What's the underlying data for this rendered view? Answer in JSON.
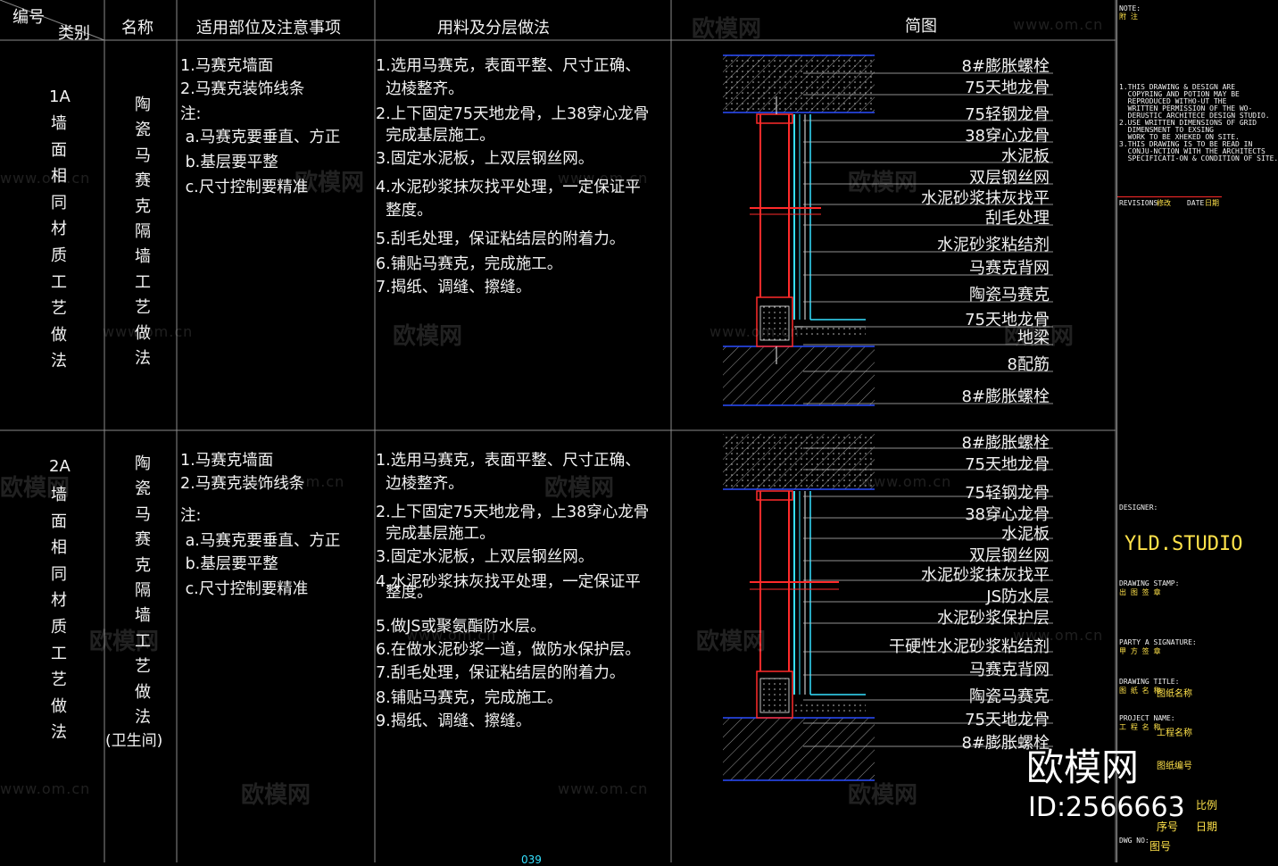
{
  "header": {
    "code_label": "编号",
    "category_label": "类别",
    "name_label": "名称",
    "scope_label": "适用部位及注意事项",
    "method_label": "用料及分层做法",
    "diagram_label": "简图"
  },
  "row1": {
    "code": "1A",
    "category_chars": [
      "墙",
      "面",
      "相",
      "同",
      "材",
      "质",
      "工",
      "艺",
      "做",
      "法"
    ],
    "name_chars": [
      "陶",
      "瓷",
      "马",
      "赛",
      "克",
      "隔",
      "墙",
      "工",
      "艺",
      "做",
      "法"
    ],
    "scope": [
      "1.马赛克墙面",
      "2.马赛克装饰线条",
      "注:",
      " a.马赛克要垂直、方正",
      " b.基层要平整",
      " c.尺寸控制要精准"
    ],
    "steps": [
      "1.选用马赛克，表面平整、尺寸正确、",
      "  边棱整齐。",
      "2.上下固定75天地龙骨，上38穿心龙骨",
      "  完成基层施工。",
      "3.固定水泥板，上双层钢丝网。",
      "4.水泥砂浆抹灰找平处理，一定保证平",
      "  整度。",
      "5.刮毛处理，保证粘结层的附着力。",
      "6.铺贴马赛克，完成施工。",
      "7.揭纸、调缝、擦缝。"
    ],
    "labels": [
      "8#膨胀螺栓",
      "75天地龙骨",
      "75轻钢龙骨",
      "38穿心龙骨",
      "水泥板",
      "双层钢丝网",
      "水泥砂浆抹灰找平",
      "刮毛处理",
      "水泥砂浆粘结剂",
      "马赛克背网",
      "陶瓷马赛克",
      "75天地龙骨",
      "地梁",
      "8配筋",
      "8#膨胀螺栓"
    ]
  },
  "row2": {
    "code": "2A",
    "category_chars": [
      "墙",
      "面",
      "相",
      "同",
      "材",
      "质",
      "工",
      "艺",
      "做",
      "法"
    ],
    "name_chars": [
      "陶",
      "瓷",
      "马",
      "赛",
      "克",
      "隔",
      "墙",
      "工",
      "艺",
      "做",
      "法"
    ],
    "name_suffix": "(卫生间)",
    "scope": [
      "1.马赛克墙面",
      "2.马赛克装饰线条",
      "注:",
      " a.马赛克要垂直、方正",
      " b.基层要平整",
      " c.尺寸控制要精准"
    ],
    "steps": [
      "1.选用马赛克，表面平整、尺寸正确、",
      "  边棱整齐。",
      "2.上下固定75天地龙骨，上38穿心龙骨",
      "  完成基层施工。",
      "3.固定水泥板，上双层钢丝网。",
      "4.水泥砂浆抹灰找平处理，一定保证平",
      "  整度。",
      "5.做JS或聚氨酯防水层。",
      "6.在做水泥砂浆一道，做防水保护层。",
      "7.刮毛处理，保证粘结层的附着力。",
      "8.铺贴马赛克，完成施工。",
      "9.揭纸、调缝、擦缝。"
    ],
    "labels": [
      "8#膨胀螺栓",
      "75天地龙骨",
      "75轻钢龙骨",
      "38穿心龙骨",
      "水泥板",
      "双层钢丝网",
      "水泥砂浆抹灰找平",
      "JS防水层",
      "水泥砂浆保护层",
      "干硬性水泥砂浆粘结剂",
      "马赛克背网",
      "陶瓷马赛克",
      "75天地龙骨",
      "8#膨胀螺栓"
    ]
  },
  "title_block": {
    "notes_head": "NOTE:",
    "notes_cn": "附 注",
    "notes_en": [
      "1.THIS DRAWING & DESIGN ARE",
      "  COPYRING AND POTION MAY BE",
      "  REPRODUCED WITHO-UT THE",
      "  WRITTEN PERMISSION OF THE WO-",
      "  DERUSTIC ARCHITECE DESIGN STUDIO.",
      "2.USE WRITTEN DIMENSIONS OF GRID",
      "  DIMENSMENT TO EXSING",
      "  WORK TO BE XHEKED ON SITE.",
      "3.THIS DRAWING IS TO BE READ IN",
      "  CONJU-NCTION WITH THE ARCHITECTS",
      "  SPECIFICATI-ON & CONDITION OF SITE."
    ],
    "revisions": "REVISIONS",
    "rev_cn": "修改",
    "date": "DATE",
    "date_cn": "日期",
    "designer": "DESIGNER:",
    "studio": "YLD.STUDIO",
    "stamp_label": "DRAWING STAMP:",
    "stamp_cn": "出 图 签 章",
    "sign_label": "PARTY A SIGNATURE:",
    "sign_cn": "甲 方 签 章",
    "drawing_title_label": "DRAWING TITLE:",
    "drawing_title_cn": "图 纸 名 称",
    "drawing_title": "图纸名称",
    "project_label": "PROJECT NAME:",
    "project_cn": "工 程 名 称",
    "project": "工程名称",
    "number": "图纸编号",
    "scale": "比例",
    "seq": "序号",
    "date2": "日期",
    "dwg_no_label": "DWG NO:",
    "dwg_no": "图号"
  },
  "page_number": "039",
  "watermark": {
    "brand": "欧模网",
    "url": "www.om.cn",
    "big_brand": "欧模网",
    "id_text": "ID:2566663"
  },
  "colors": {
    "background": "#000000",
    "text": "#f2f2f2",
    "grid": "#8a8a8a",
    "cad_red": "#ff2a2a",
    "cad_cyan": "#35e0ff",
    "cad_blue": "#2a4dff",
    "cad_yellow": "#ffe24a"
  }
}
